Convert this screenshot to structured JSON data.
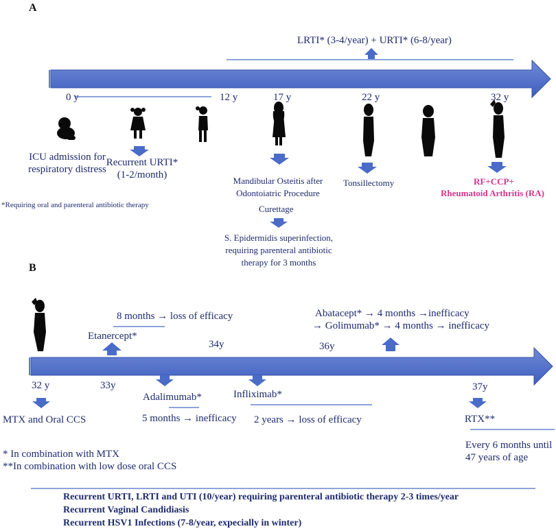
{
  "panel_a": {
    "label": "A",
    "top_note": "LRTI* (3-4/year) + URTI* (6-8/year)",
    "ages": [
      "0 y",
      "12 y",
      "17 y",
      "22 y",
      "32 y"
    ],
    "events": {
      "icu": "ICU admission for respiratory distress",
      "urti": "Recurrent URTI* (1-2/month)",
      "osteitis": "Mandibular Osteitis after Odontoiatric Procedure",
      "curettage": "Curettage",
      "superinfection": "S. Epidermidis superinfection, requiring parenteral antibiotic therapy for 3 months",
      "tonsillectomy": "Tonsillectomy",
      "rf": "RF+CCP+",
      "ra": "Rheumatoid Arthritis (RA)"
    },
    "footnote": "*Requiring oral and parenteral antibiotic therapy"
  },
  "panel_b": {
    "label": "B",
    "ages": {
      "a32": "32 y",
      "a33": "33y",
      "a34": "34y",
      "a36": "36y",
      "a37": "37y"
    },
    "treatments": {
      "mtx": "MTX and Oral CCS",
      "etanercept": "Etanercept*",
      "etanercept_note": "8 months → loss of efficacy",
      "adalimumab": "Adalimumab*",
      "adalimumab_note": "5 months → inefficacy",
      "infliximab": "Infliximab*",
      "infliximab_note": "2 years → loss of efficacy",
      "abatacept": "Abatacept* → 4 months →inefficacy",
      "golimumab": "→ Golimumab* → 4 months → inefficacy",
      "rtx": "RTX**",
      "rtx_note": "Every 6 months until 47 years of age"
    },
    "footnotes": [
      "* In combination with MTX",
      "**In combination with low dose oral CCS"
    ],
    "summary": [
      "Recurrent URTI, LRTI and UTI (10/year) requiring parenteral antibiotic therapy 2-3 times/year",
      "Recurrent Vaginal Candidiasis",
      "Recurrent HSV1 Infections (7-8/year, expecially in winter)"
    ]
  },
  "colors": {
    "arrow": "#4a6cc8",
    "text": "#1d2a6b",
    "ra": "#d6338c",
    "silhouette": "#0a0a0a"
  }
}
